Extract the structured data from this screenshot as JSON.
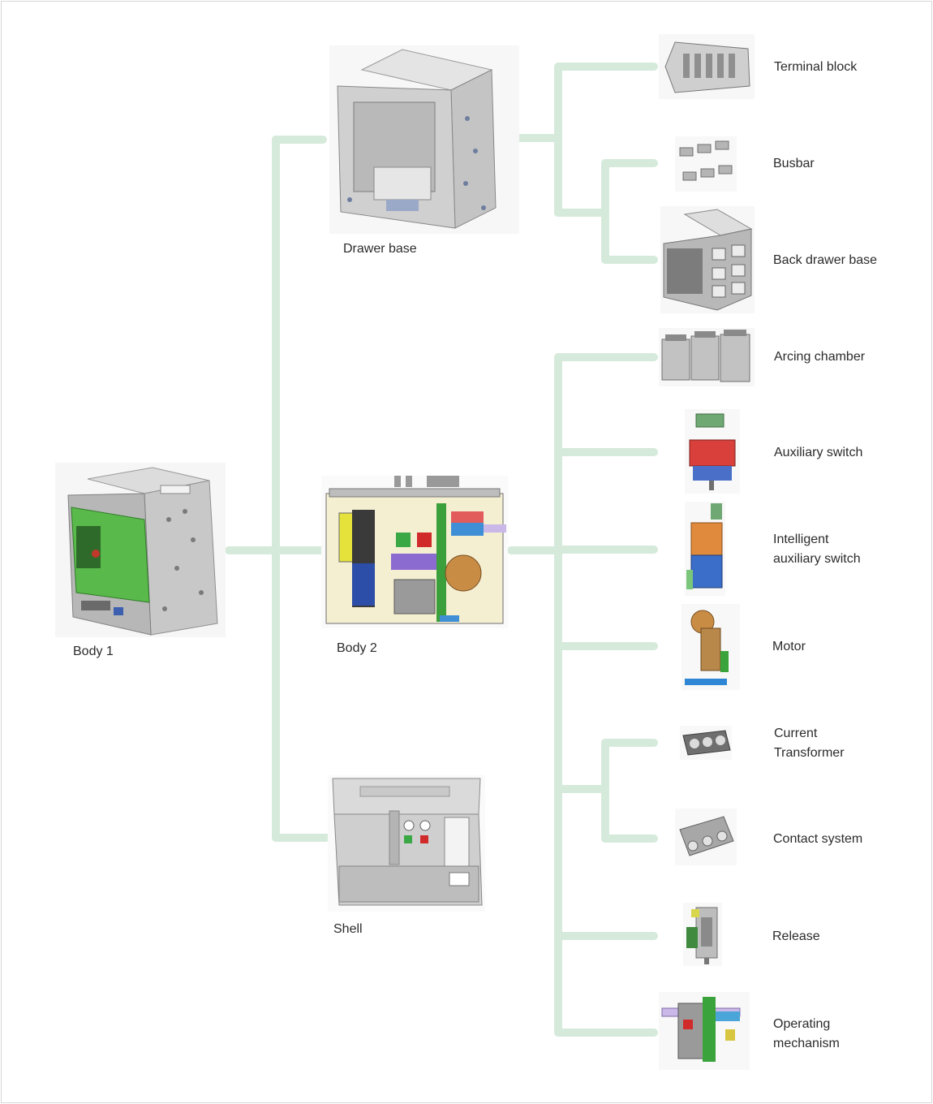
{
  "diagram": {
    "connector_color": "#d6eadb",
    "root": {
      "label": "Body 1"
    },
    "level1": {
      "drawer_base": {
        "label": "Drawer base"
      },
      "body2": {
        "label": "Body 2"
      },
      "shell": {
        "label": "Shell"
      }
    },
    "drawer_parts": {
      "terminal_block": {
        "label": "Terminal block"
      },
      "busbar": {
        "label": "Busbar"
      },
      "back_drawer_base": {
        "label": "Back drawer base"
      }
    },
    "body2_parts": {
      "arcing_chamber": {
        "label": "Arcing chamber"
      },
      "auxiliary_switch": {
        "label": "Auxiliary switch"
      },
      "intelligent_auxiliary_switch": {
        "line1": "Intelligent",
        "line2": "auxiliary switch"
      },
      "motor": {
        "label": "Motor"
      },
      "current_transformer": {
        "line1": "Current",
        "line2": "Transformer"
      },
      "contact_system": {
        "label": "Contact system"
      },
      "release": {
        "label": "Release"
      },
      "operating_mechanism": {
        "line1": "Operating",
        "line2": "mechanism"
      }
    }
  }
}
